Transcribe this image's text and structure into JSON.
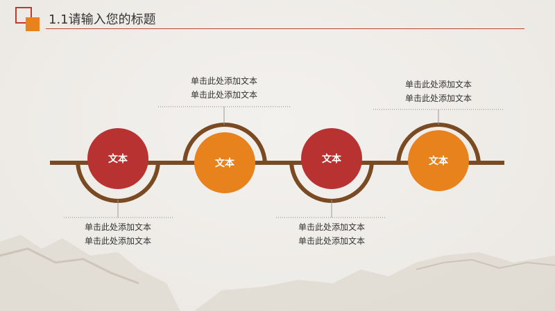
{
  "header": {
    "title": "1.1请输入您的标题"
  },
  "colors": {
    "accent_red": "#b83232",
    "accent_orange": "#e8821c",
    "track_brown": "#7a4a22"
  },
  "nodes": [
    {
      "label": "文本",
      "color": "red"
    },
    {
      "label": "文本",
      "color": "orange"
    },
    {
      "label": "文本",
      "color": "red"
    },
    {
      "label": "文本",
      "color": "orange"
    }
  ],
  "notes": {
    "top_1": {
      "line1": "单击此处添加文本",
      "line2": "单击此处添加文本"
    },
    "top_2": {
      "line1": "单击此处添加文本",
      "line2": "单击此处添加文本"
    },
    "bottom_1": {
      "line1": "单击此处添加文本",
      "line2": "单击此处添加文本"
    },
    "bottom_2": {
      "line1": "单击此处添加文本",
      "line2": "单击此处添加文本"
    }
  }
}
